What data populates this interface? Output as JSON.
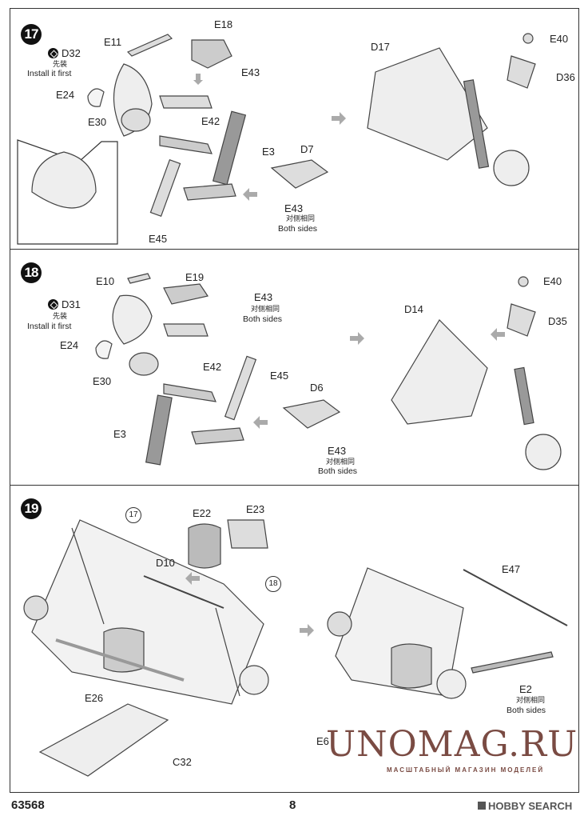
{
  "steps": [
    {
      "number": "17",
      "install_first": {
        "part": "D32",
        "cn": "先装",
        "en": "Install it first"
      },
      "labels": {
        "e11": "E11",
        "e18": "E18",
        "e43a": "E43",
        "e24": "E24",
        "e30": "E30",
        "e42": "E42",
        "e3": "E3",
        "d7": "D7",
        "e43b": "E43",
        "e45": "E45",
        "d17": "D17",
        "e40": "E40",
        "d36": "D36"
      },
      "both_sides": {
        "cn": "对侧相同",
        "en": "Both sides"
      }
    },
    {
      "number": "18",
      "install_first": {
        "part": "D31",
        "cn": "先装",
        "en": "Install it first"
      },
      "labels": {
        "e10": "E10",
        "e19": "E19",
        "e43a": "E43",
        "e24": "E24",
        "e30": "E30",
        "e42": "E42",
        "e45": "E45",
        "d6": "D6",
        "e3": "E3",
        "e43b": "E43",
        "d14": "D14",
        "e40": "E40",
        "d35": "D35"
      },
      "both_sides": {
        "cn": "对侧相同",
        "en": "Both sides"
      }
    },
    {
      "number": "19",
      "refs": {
        "ref17": "17",
        "ref18": "18"
      },
      "labels": {
        "e22": "E22",
        "e23": "E23",
        "d10": "D10",
        "e26": "E26",
        "c32": "C32",
        "e47": "E47",
        "e2": "E2",
        "e6": "E6"
      },
      "both_sides": {
        "cn": "对侧相同",
        "en": "Both sides"
      }
    }
  ],
  "watermark": {
    "title": "UNOMAG.RU",
    "subtitle": "МАСШТАБНЫЙ МАГАЗИН МОДЕЛЕЙ"
  },
  "footer": {
    "product_code": "63568",
    "page_number": "8",
    "brand": "HOBBY SEARCH"
  }
}
